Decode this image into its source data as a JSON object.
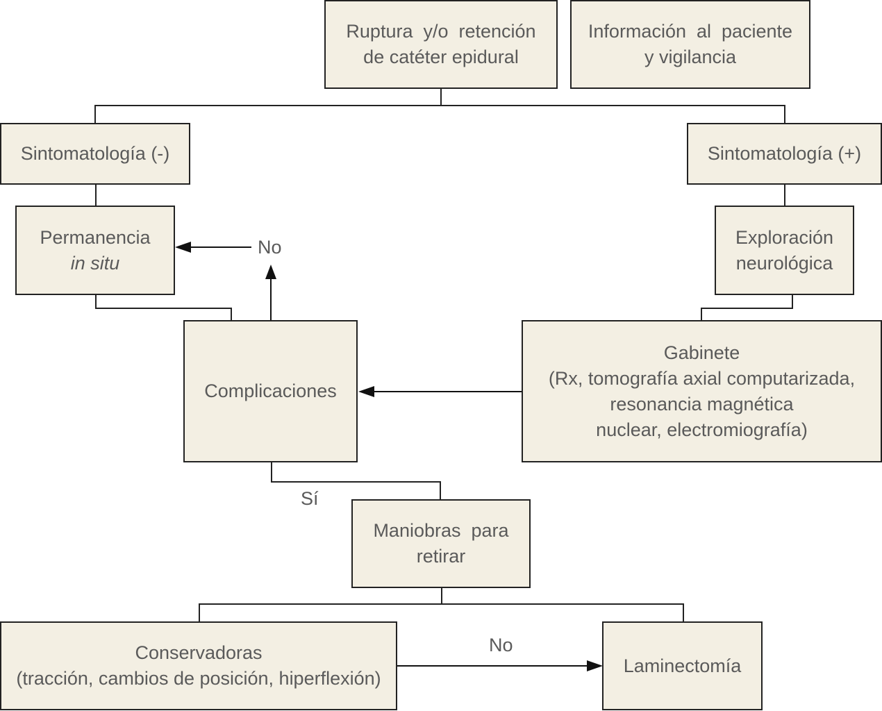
{
  "diagram": {
    "nodes": {
      "ruptura": [
        "Ruptura  y/o  retención",
        "de catéter epidural"
      ],
      "informacion": [
        "Información  al  paciente",
        "y vigilancia"
      ],
      "sint_neg": [
        "Sintomatología (-)"
      ],
      "sint_pos": [
        "Sintomatología (+)"
      ],
      "permanencia": [
        "Permanencia",
        "in situ"
      ],
      "exploracion": [
        "Exploración",
        "neurológica"
      ],
      "complicaciones": [
        "Complicaciones"
      ],
      "gabinete": [
        "Gabinete",
        "(Rx, tomografía axial computarizada,",
        "resonancia magnética",
        "nuclear, electromiografía)"
      ],
      "maniobras": [
        "Maniobras  para",
        "retirar"
      ],
      "conservadoras": [
        "Conservadoras",
        "(tracción, cambios de posición, hiperflexión)"
      ],
      "laminectomia": [
        "Laminectomía"
      ]
    },
    "edge_labels": {
      "no_top": "No",
      "si": "Sí",
      "no_bottom": "No"
    }
  }
}
